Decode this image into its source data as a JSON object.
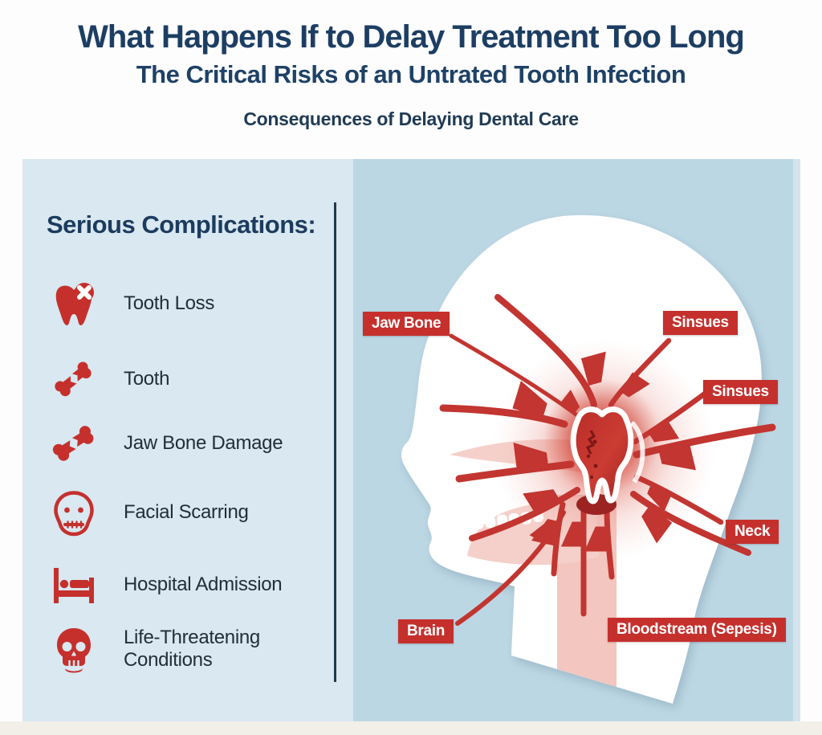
{
  "header": {
    "title": "What Happens If to Delay Treatment Too Long",
    "subtitle": "The Critical Risks of an Untrated Tooth Infection",
    "tagline": "Consequences of Delaying Dental Care"
  },
  "complications": {
    "heading": "Serious Complications:",
    "items": [
      {
        "icon": "tooth-loss-icon",
        "label": "Tooth Loss"
      },
      {
        "icon": "broken-bone-icon",
        "label": "Tooth"
      },
      {
        "icon": "broken-bone-icon",
        "label": "Jaw Bone Damage"
      },
      {
        "icon": "scarred-face-icon",
        "label": "Facial Scarring"
      },
      {
        "icon": "hospital-bed-icon",
        "label": "Hospital Admission"
      },
      {
        "icon": "skull-icon",
        "label": "Life-Threatening Conditions"
      }
    ]
  },
  "diagram": {
    "labels": [
      {
        "id": "jaw-bone",
        "text": "Jaw Bone"
      },
      {
        "id": "sinuses-top",
        "text": "Sinsues"
      },
      {
        "id": "sinuses-right",
        "text": "Sinsues"
      },
      {
        "id": "neck",
        "text": "Neck"
      },
      {
        "id": "brain",
        "text": "Brain"
      },
      {
        "id": "bloodstream",
        "text": "Bloodstream (Sepesis)"
      }
    ]
  },
  "colors": {
    "accent_red": "#c5302d",
    "arrow_red": "#c23530",
    "title_navy": "#1d3e63",
    "panel_left_bg": "#d9e8f1",
    "panel_right_bg": "#bcd7e4",
    "list_text": "#232e38",
    "divider_navy": "#22384d"
  }
}
